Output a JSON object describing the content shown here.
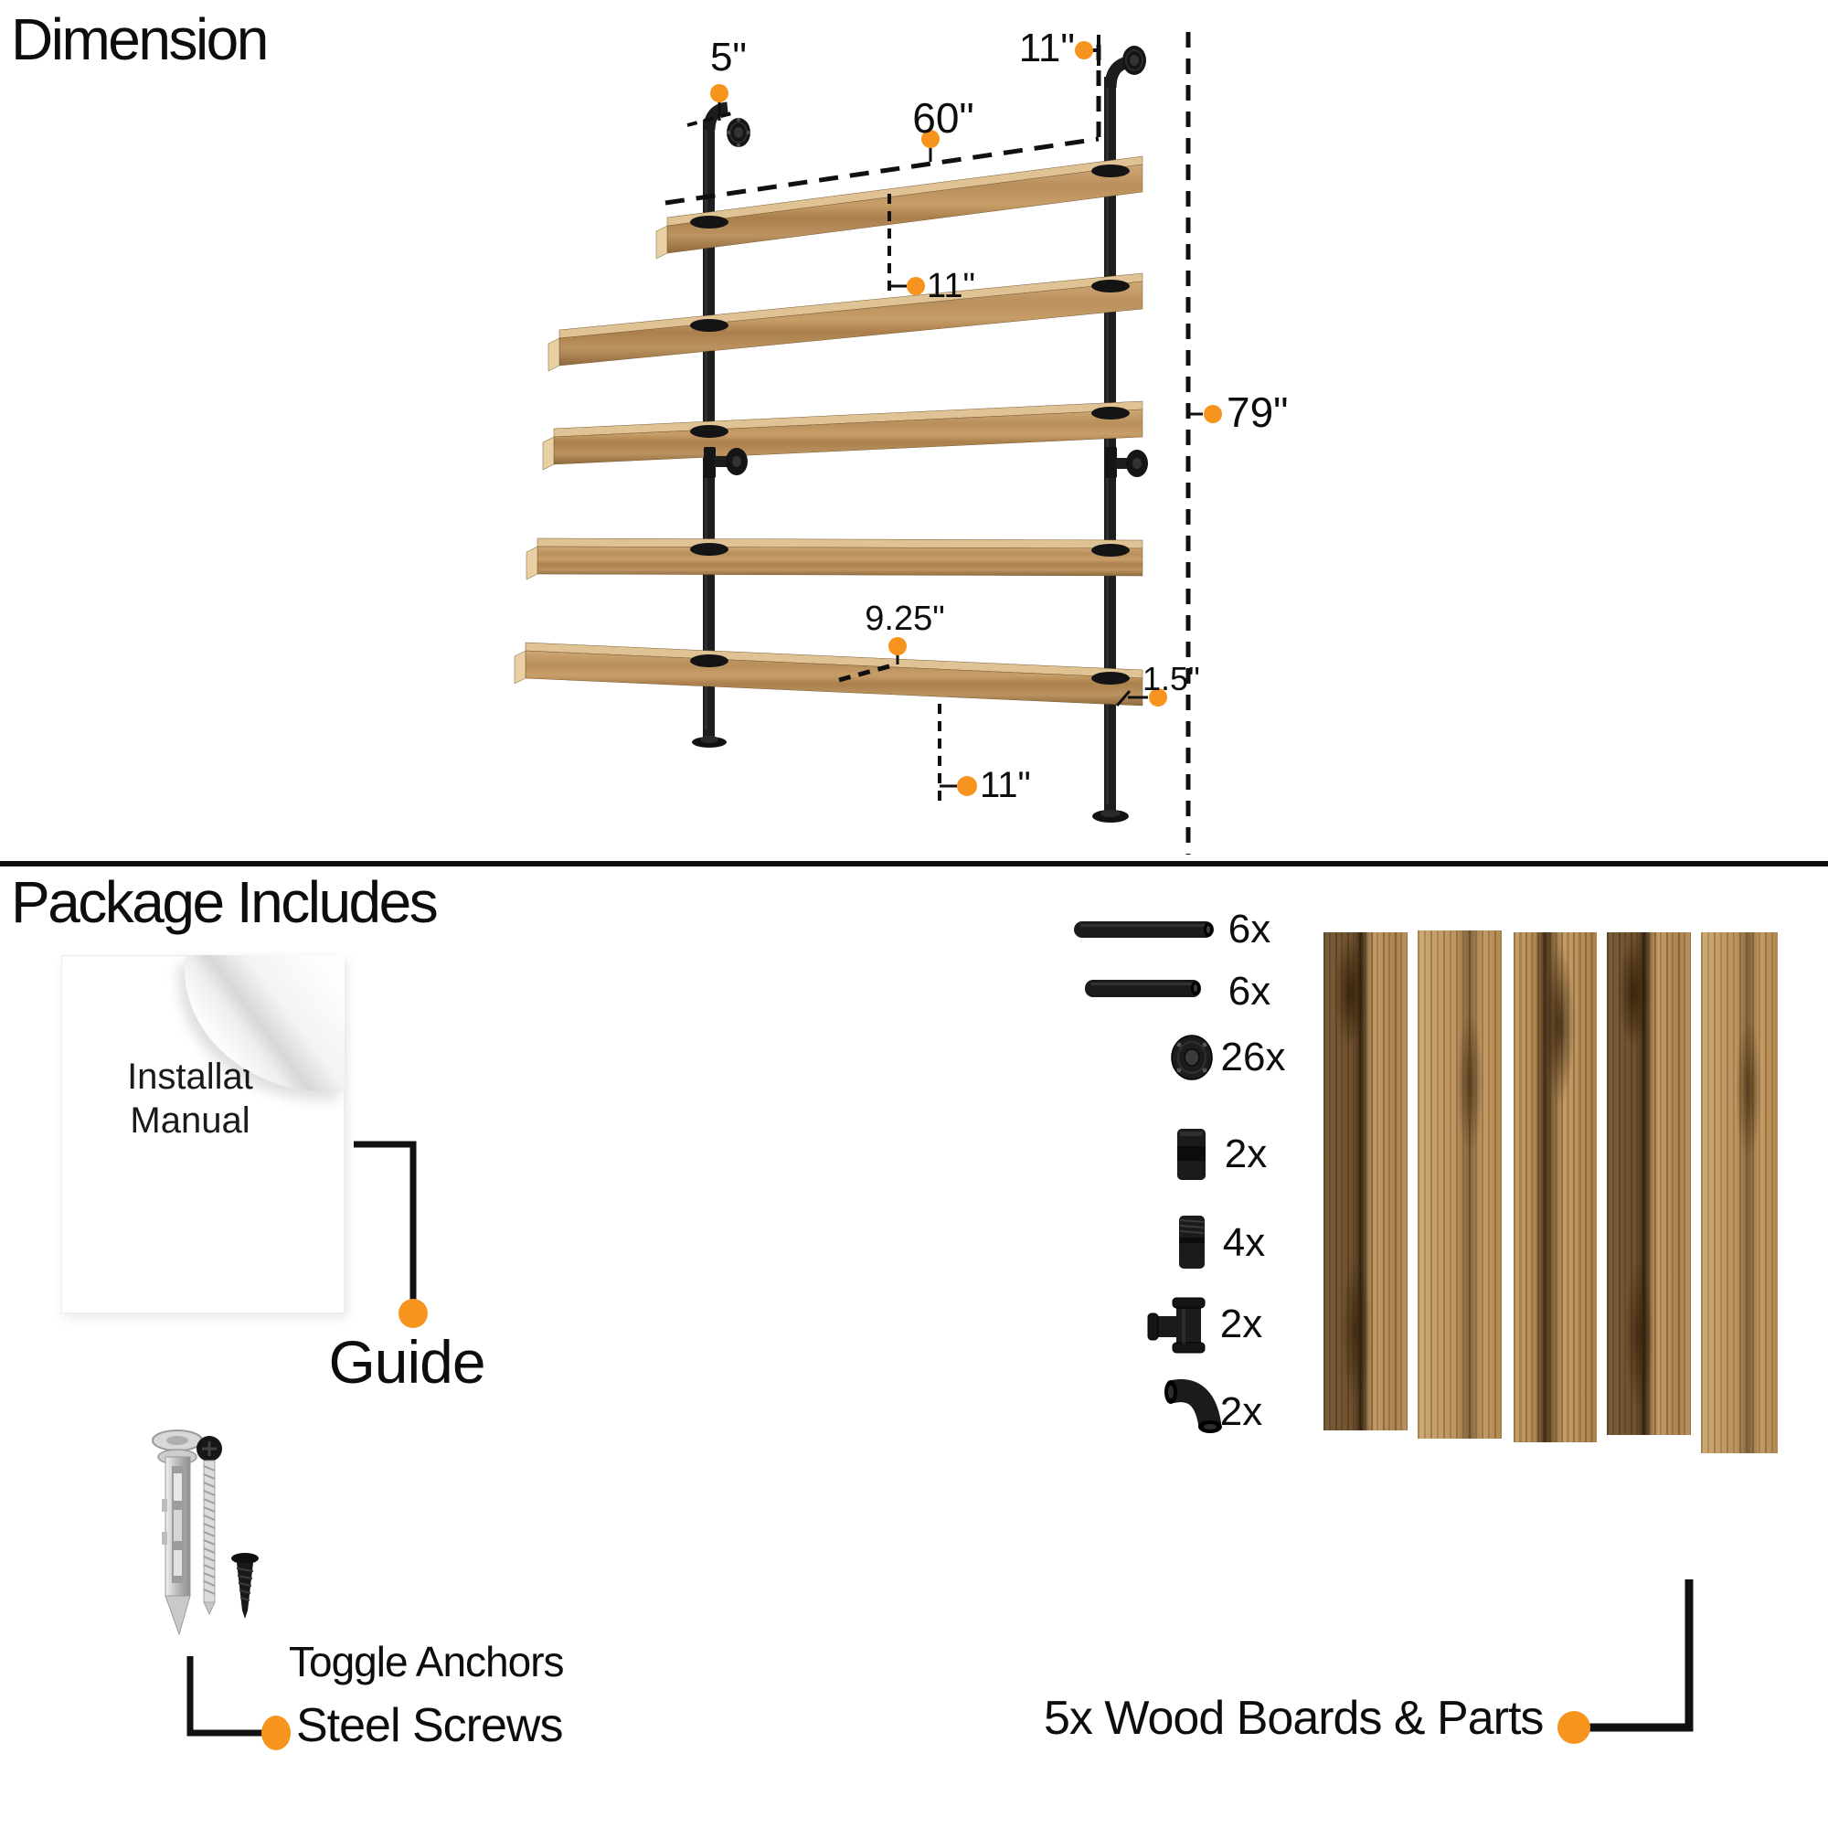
{
  "header": {
    "dimension_title": "Dimension",
    "package_title": "Package Includes"
  },
  "diagram": {
    "wall_offset": "5\"",
    "shelf_width": "60\"",
    "top_shelf_inset": "11\"",
    "shelf_spacing": "11\"",
    "total_height": "79\"",
    "shelf_depth": "9.25\"",
    "shelf_thickness": "1.5\"",
    "bottom_clearance": "11\""
  },
  "package": {
    "manual_line1": "Installat",
    "manual_line2": "Manual",
    "guide_callout": "Guide",
    "anchors_callout": "Toggle Anchors",
    "screws_callout": "Steel Screws",
    "boards_callout": "5x Wood Boards & Parts",
    "wood_board_count": 5,
    "parts": [
      {
        "icon": "long-pipe-icon",
        "qty": "6x"
      },
      {
        "icon": "short-pipe-icon",
        "qty": "6x"
      },
      {
        "icon": "floor-flange-icon",
        "qty": "26x"
      },
      {
        "icon": "short-nipple-icon",
        "qty": "2x"
      },
      {
        "icon": "long-nipple-icon",
        "qty": "4x"
      },
      {
        "icon": "tee-fitting-icon",
        "qty": "2x"
      },
      {
        "icon": "elbow-fitting-icon",
        "qty": "2x"
      }
    ]
  },
  "colors": {
    "accent_orange": "#F7941D",
    "pipe_black": "#1c1c1c",
    "wood_tan": "#BE9663",
    "text": "#0d0d0d"
  }
}
